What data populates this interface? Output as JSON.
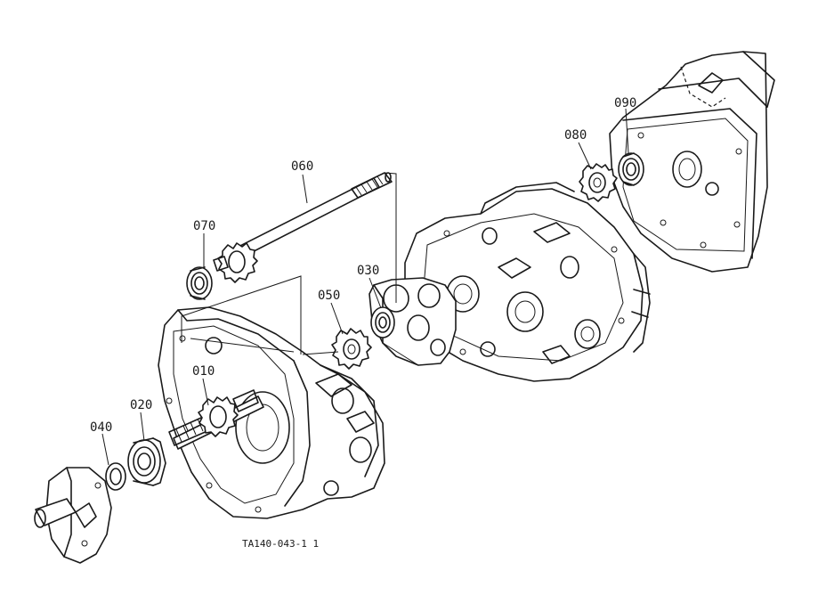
{
  "labels": {
    "p010": "010",
    "p020": "020",
    "p030": "030",
    "p040": "040",
    "p050": "050",
    "p060": "060",
    "p070": "070",
    "p080": "080",
    "p090": "090"
  },
  "reference_code": "TA140-043-1 1"
}
